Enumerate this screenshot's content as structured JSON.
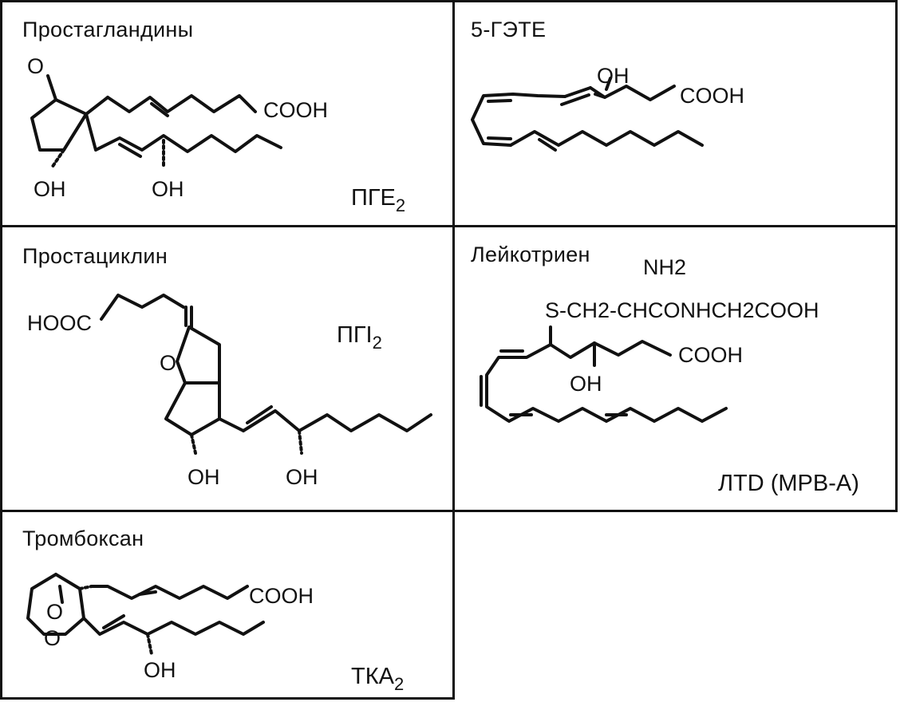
{
  "panels": {
    "pge2": {
      "title": "Простагландины",
      "keto": "O",
      "cooh": "COOH",
      "oh_ring": "OH",
      "oh_chain": "OH",
      "code": "ПГЕ",
      "code_sub": "2"
    },
    "hete": {
      "title": "5-ГЭТЕ",
      "oh": "OH",
      "cooh": "COOH"
    },
    "pgi2": {
      "title": "Простациклин",
      "hooc": "HOOC",
      "ring_o": "O",
      "oh_ring": "OH",
      "oh_chain": "OH",
      "code": "ПГI",
      "code_sub": "2"
    },
    "ltd": {
      "title": "Лейкотриен",
      "nh2": "NH2",
      "side_chain": "S-CH2-CHCONHCH2COOH",
      "cooh": "COOH",
      "oh": "OH",
      "code": "ЛТD (MPB-A)"
    },
    "txa2": {
      "title": "Тромбоксан",
      "ring_o_top": "O",
      "ring_o_bottom": "O",
      "cooh": "COOH",
      "oh": "OH",
      "code": "ТКА",
      "code_sub": "2"
    }
  }
}
